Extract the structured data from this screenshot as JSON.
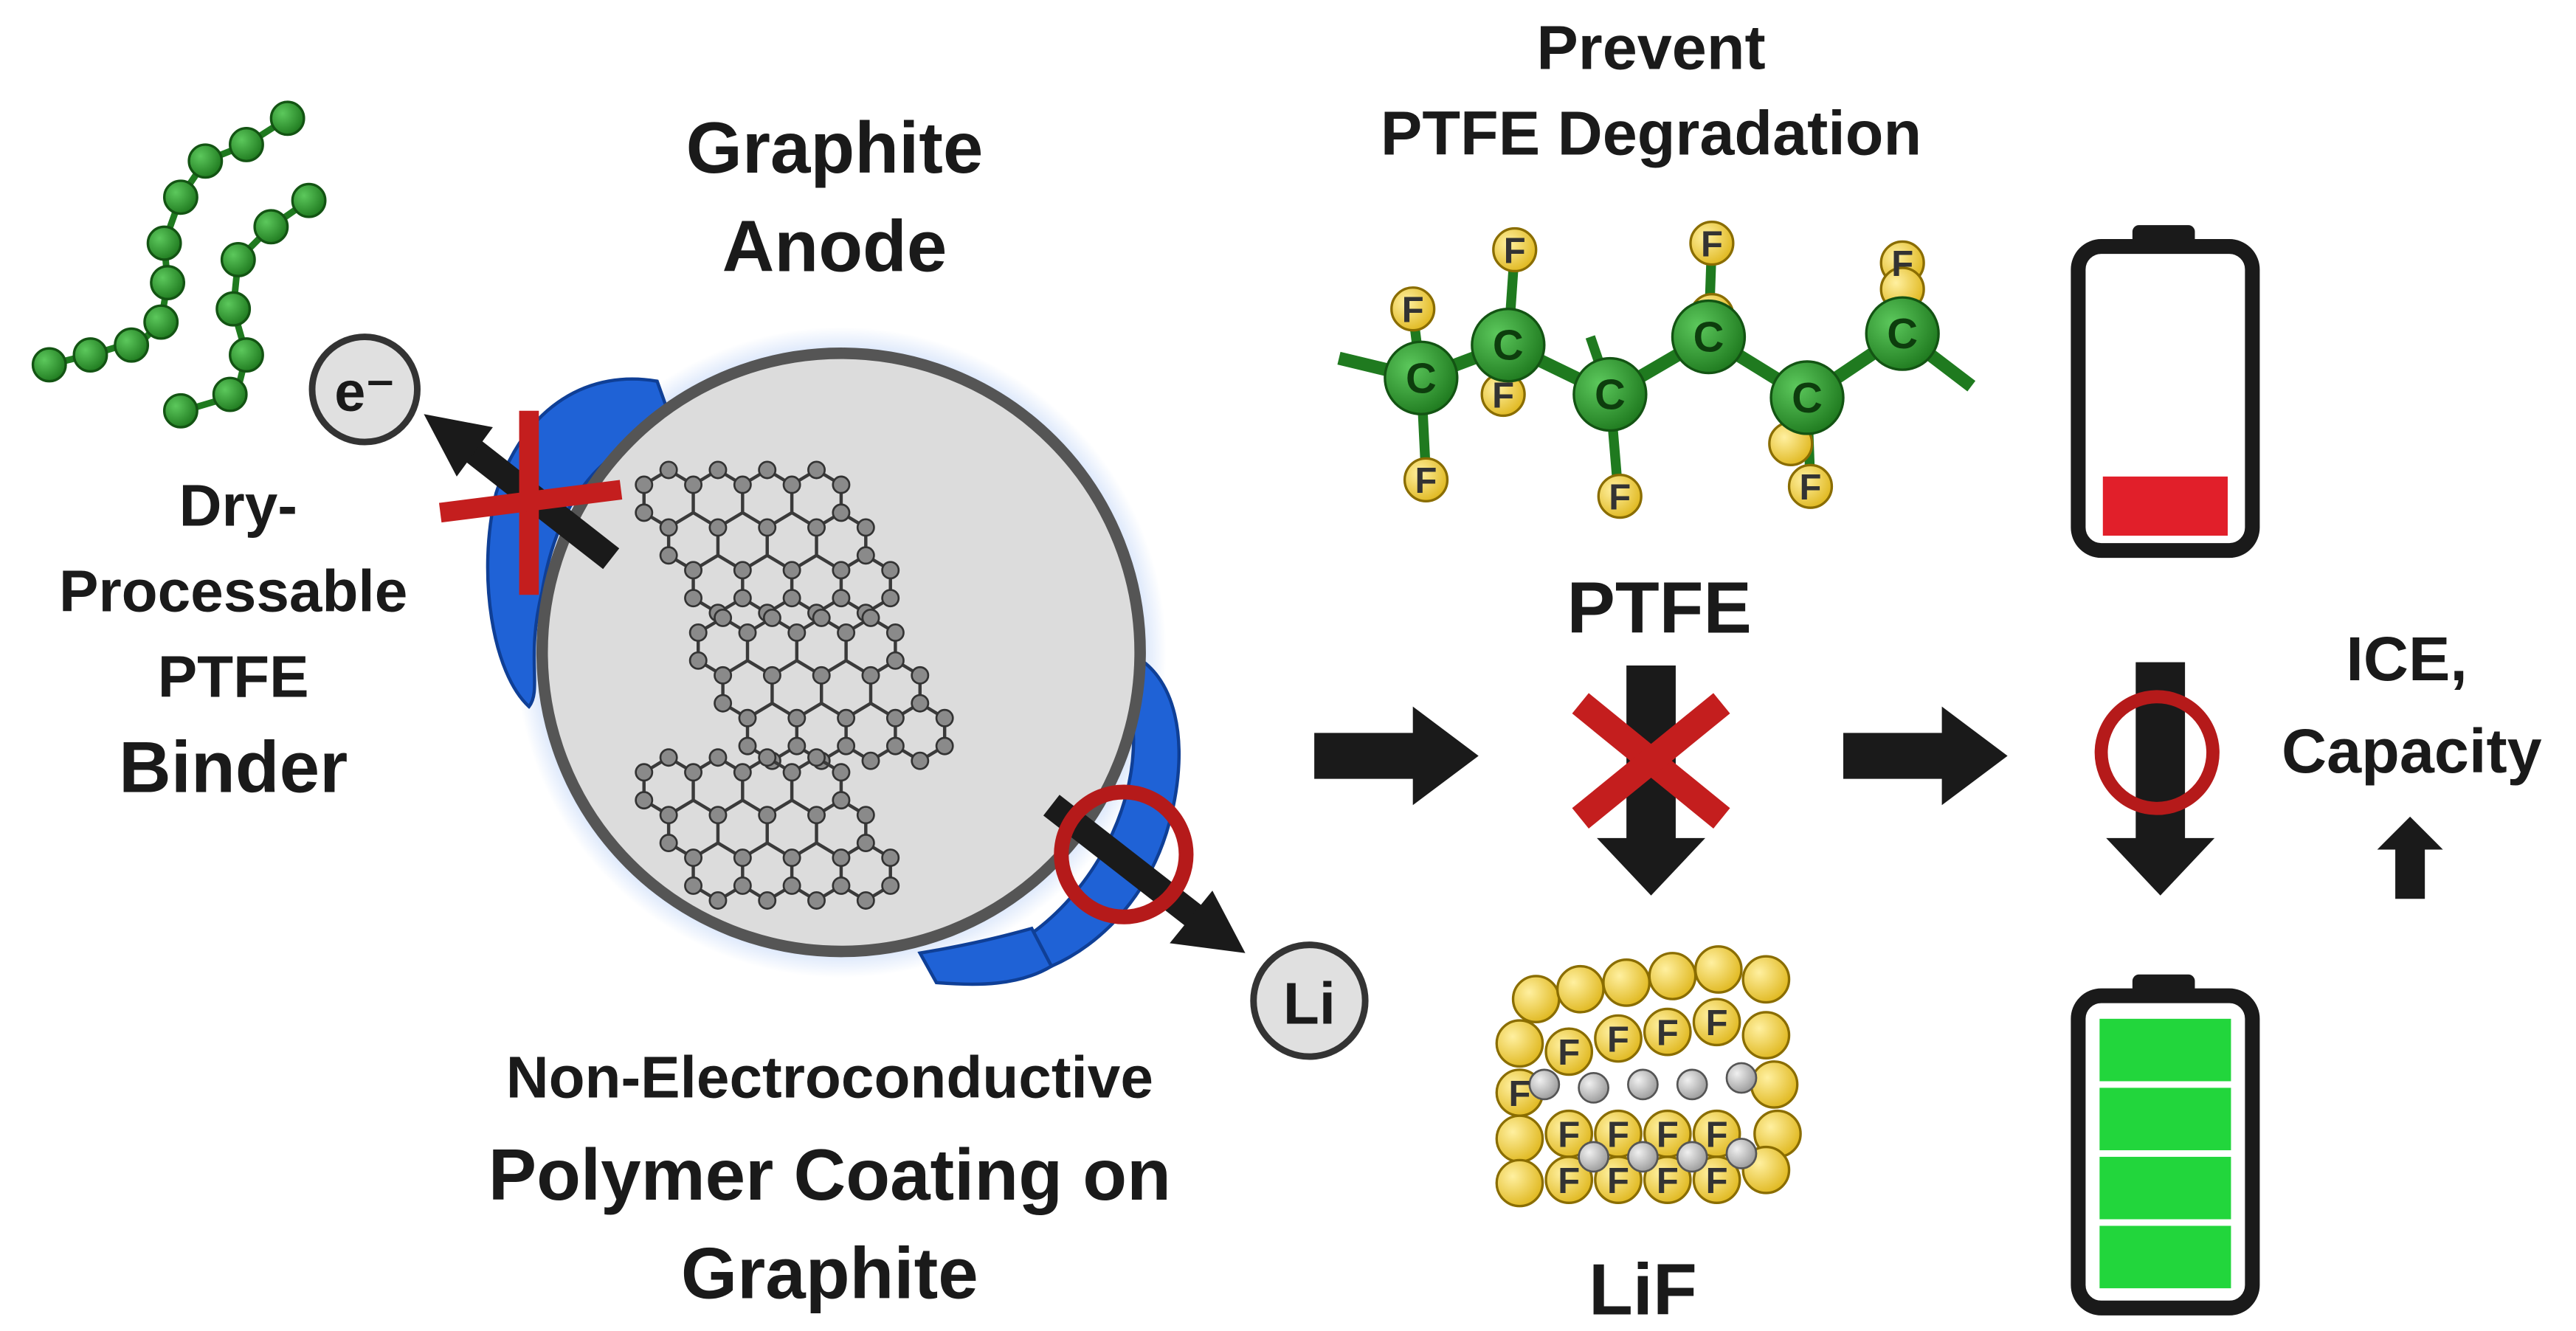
{
  "labels": {
    "graphite_anode_line1": "Graphite",
    "graphite_anode_line2": "Anode",
    "binder_line1": "Dry-",
    "binder_line2": "Processable",
    "binder_line3": "PTFE",
    "binder_line4": "Binder",
    "electron": "e⁻",
    "lithium": "Li",
    "coating_line1": "Non-Electroconductive",
    "coating_line2": "Polymer Coating on",
    "coating_line3": "Graphite",
    "prevent_line1": "Prevent",
    "prevent_line2": "PTFE Degradation",
    "ptfe": "PTFE",
    "lif": "LiF",
    "ice_line1": "ICE,",
    "ice_line2": "Capacity",
    "carbon_atom": "C",
    "fluorine_atom": "F"
  },
  "colors": {
    "text": "#1a1a1a",
    "graphite_particle_fill": "#dcdcdc",
    "graphite_particle_stroke": "#555555",
    "polymer_coating": "#1f62d6",
    "coating_glow": "#8fb4f2",
    "binder_bead": "#2f9a2f",
    "carbon_atom": "#2f9a2f",
    "fluorine_atom": "#f2d23a",
    "cross_red": "#c41e1e",
    "arrow_black": "#1a1a1a",
    "battery_low": "#e11f2a",
    "battery_full": "#22d63c"
  },
  "icons": {
    "binder_chain": "polymer-chain-icon",
    "ptfe_molecule": "ptfe-molecule-icon",
    "lif_crystal": "lif-crystal-icon",
    "battery_low": "battery-low-icon",
    "battery_full": "battery-full-icon"
  }
}
